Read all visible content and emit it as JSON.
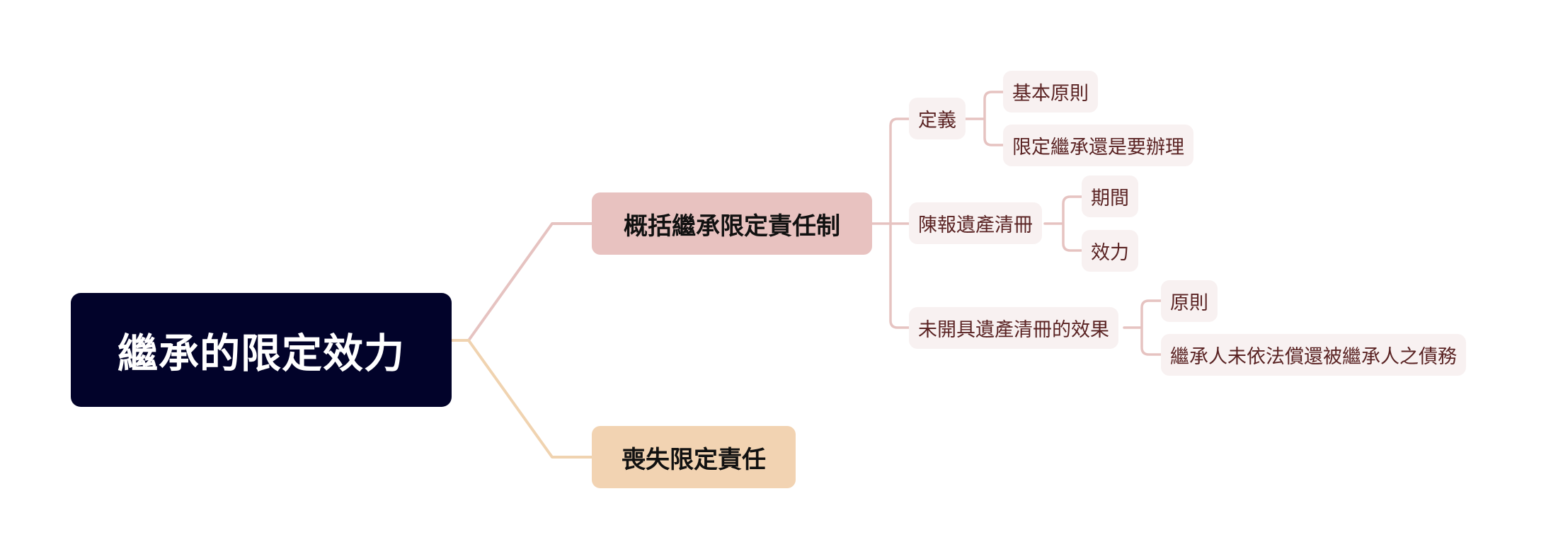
{
  "mindmap": {
    "root": {
      "label": "繼承的限定效力",
      "color": "#02032a"
    },
    "branches": [
      {
        "label": "概括繼承限定責任制",
        "color": "#e8c2c0",
        "children": [
          {
            "label": "定義",
            "children": [
              {
                "label": "基本原則"
              },
              {
                "label": "限定繼承還是要辦理"
              }
            ]
          },
          {
            "label": "陳報遺產清冊",
            "children": [
              {
                "label": "期間"
              },
              {
                "label": "效力"
              }
            ]
          },
          {
            "label": "未開具遺產清冊的效果",
            "children": [
              {
                "label": "原則"
              },
              {
                "label": "繼承人未依法償還被繼承人之債務"
              }
            ]
          }
        ]
      },
      {
        "label": "喪失限定責任",
        "color": "#f2d3b2",
        "children": []
      }
    ],
    "colors": {
      "sub_node_bg": "#f8f1f1",
      "sub_text": "#5a2323",
      "branch_line_1": "#e6c3c1",
      "branch_line_2": "#f0d3b0"
    }
  }
}
